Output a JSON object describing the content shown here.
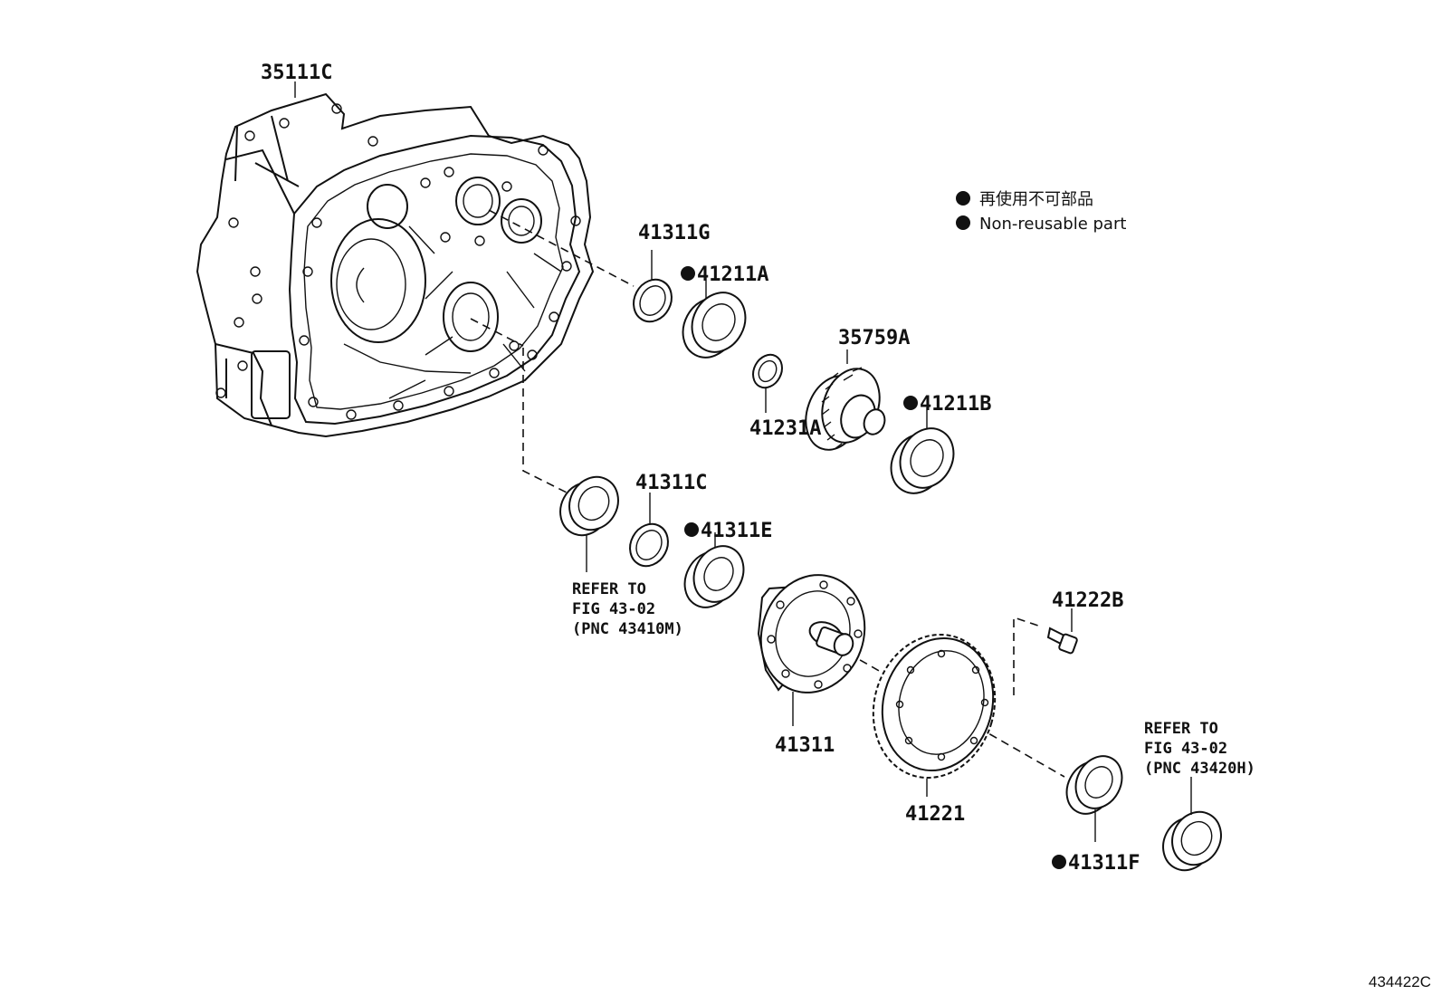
{
  "legend": {
    "items": [
      {
        "text": "再使用不可部品"
      },
      {
        "text": "Non-reusable part"
      }
    ]
  },
  "parts": {
    "p35111C": "35111C",
    "p41311G": "41311G",
    "p41211A": "41211A",
    "p35759A": "35759A",
    "p41231A": "41231A",
    "p41211B": "41211B",
    "p41311C": "41311C",
    "p41311E": "41311E",
    "p41222B": "41222B",
    "p41311": "41311",
    "p41221": "41221",
    "p41311F": "41311F"
  },
  "notes": {
    "left": [
      "REFER TO",
      "FIG 43-02",
      "(PNC 43410M)"
    ],
    "right": [
      "REFER TO",
      "FIG 43-02",
      "(PNC 43420H)"
    ]
  },
  "figure_id": "434422C"
}
